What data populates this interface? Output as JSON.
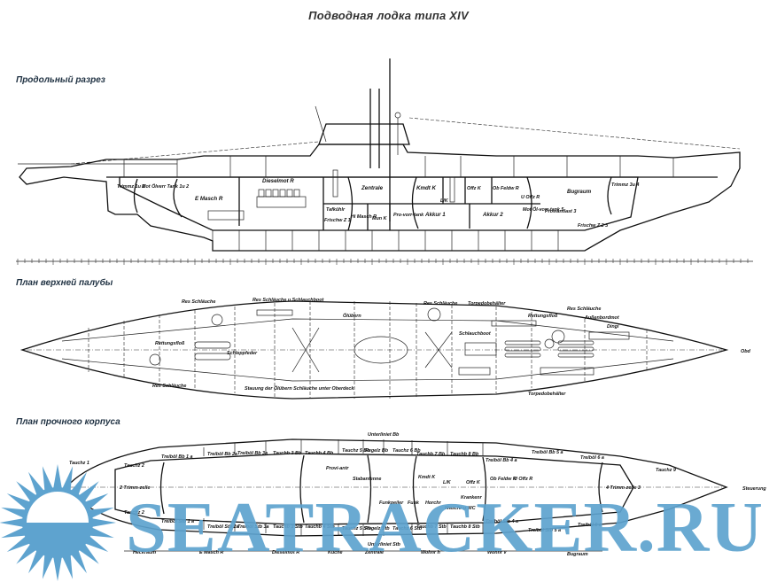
{
  "title": "Подводная лодка типа XIV",
  "sections": {
    "longitudinal": {
      "heading": "Продольный разрез",
      "labels": {
        "trimm_1u2": "Trimmz 1u 2",
        "mot_oel": "Mot Ölverr Tank 1u 2",
        "e_masch": "E Masch R",
        "dieselmot": "Dieselmot R",
        "zentrale": "Zentrale",
        "tafkuhl": "Tafkühlr",
        "frischw_z1": "Frischw Z 1",
        "hi_masch": "Hi Masch R",
        "mun_k": "Mun K",
        "pro_vorr": "Pro-vorr-tank",
        "kmdt_k": "Kmdt K",
        "lik": "L/K",
        "offz_k": "Offz K",
        "ob_feldw": "Ob Feldw R",
        "u_offz": "U Offz R",
        "bugraum": "Bugraum",
        "trimm_3u4": "Trimmz 3u 4",
        "akkur_1": "Akkur 1",
        "akkur_2": "Akkur 2",
        "mot_oel_5": "Mot Öl-vorr-tank 5",
        "proviantlast": "Proviantlast 3",
        "frischw_z23": "Frischw Z 2 3"
      }
    },
    "upper_deck": {
      "heading": "План верхней палубы",
      "labels": {
        "res_schlauche_1": "Res Schläuche",
        "res_schlauche_boot": "Res Schläuche u Schlauchboot",
        "oelubern": "Ölübern",
        "res_schlauche_2": "Res Schläuche",
        "torpedo_1": "Torpedobehälter",
        "schlauchboot": "Schlauchboot",
        "rettungsfloss_1": "Rettungsfloß",
        "res_schlauche_3": "Res Schläuche",
        "aussenbordmot": "Außenbordmot",
        "dingi": "Dingi",
        "rettungsfloss_2": "Rettungsfloß",
        "schleppfeder": "Schleppfeder",
        "res_schlauche_4": "Res Schläuche",
        "stauung": "Stauung der Ölübern Schläuche unter Oberdeck",
        "torpedo_2": "Torpedobehälter",
        "obd": "Obd"
      }
    },
    "pressure_hull": {
      "heading": "План прочного корпуса",
      "labels": {
        "tauchz_1": "Tauchz 1",
        "tauchz_2_top": "Tauchz 2",
        "treiboel_bb1a": "Treiböl Bb 1 a",
        "treiboel_bb2a": "Treiböl Bb 2a",
        "treiboel_bb3a": "Treiböl Bb 3a",
        "tauchb_3bb": "Tauchb 3 Bb",
        "tauchb_4bb": "Tauchb 4 Bb",
        "tauchz_5bb": "Tauchz 5 Bb",
        "regelz_bb": "Regelz Bb",
        "unterliniet_bb": "Unterliniet Bb",
        "tauchz_6bb": "Tauchz 6 Bb",
        "tauchb_7bb": "Tauchb 7 Bb",
        "tauchb_8bb": "Tauchb 8 Bb",
        "treiboel_bb4a": "Treiböl Bb 4 a",
        "treiboel_bb5a": "Treiböl Bb 5 a",
        "treiboel_6a_top": "Treiböl 6 a",
        "tauchz_9": "Tauchz 9",
        "steuerung": "Steuerung",
        "trimmzelle_2": "2 Trimm-zelle",
        "trimmzelle_4": "4 Trimm-zelle 3",
        "proviant": "Provi-antr",
        "stabantenne": "Stabantenne",
        "kmdt_k": "Kmdt K",
        "lik": "L/K",
        "offz_k": "Offz K",
        "ob_feldw": "Ob Feldw R",
        "u_offz": "U Offz R",
        "funkpeiler": "Funkpeiler",
        "funk": "Funk",
        "horchr": "Horchr",
        "waschr": "Waschr u WC",
        "krankenr": "Krankenr",
        "tauchz_2_bot": "Tauchz 2",
        "treiboel_stb1a": "Treiböl Stb 1 a",
        "treiboel_stb2a": "Treiböl Stb 2a",
        "treiboel_stb3a": "Treiböl Stb 3a",
        "tauchb_3stb": "Tauchb 3 Stb",
        "tauchb_4stb": "Tauchb 4 Stb",
        "tauchz_5stb": "Tauchz 5 Stb",
        "regelz_stb": "Regelz Stb",
        "tauchz_6stb": "Tauchz 6 Stb",
        "tauchb_7stb": "Tauchb 7 Stb",
        "tauchb_8stb": "Tauchb 8 Stb",
        "treiboel_stb4a": "Treiböl Stb 4 a",
        "treiboel_stb5a": "Treiböl Stb 5 a",
        "treiboel_6a_bot": "Treiböl 6 a",
        "unterliniet_stb": "Unterliniet Stb",
        "heckraum": "Heckraum",
        "e_masch": "E Masch R",
        "dieselmot": "Dieselmot R",
        "kuche": "Küche",
        "zentrale": "Zentrale",
        "wohnr_h": "Wohnr h",
        "wohnr_v": "Wohnr v",
        "bugraum": "Bugraum"
      }
    }
  },
  "watermark": {
    "text": "SEATRACKER.RU",
    "color": "#5ea3cf",
    "icon": "sun-icon"
  }
}
